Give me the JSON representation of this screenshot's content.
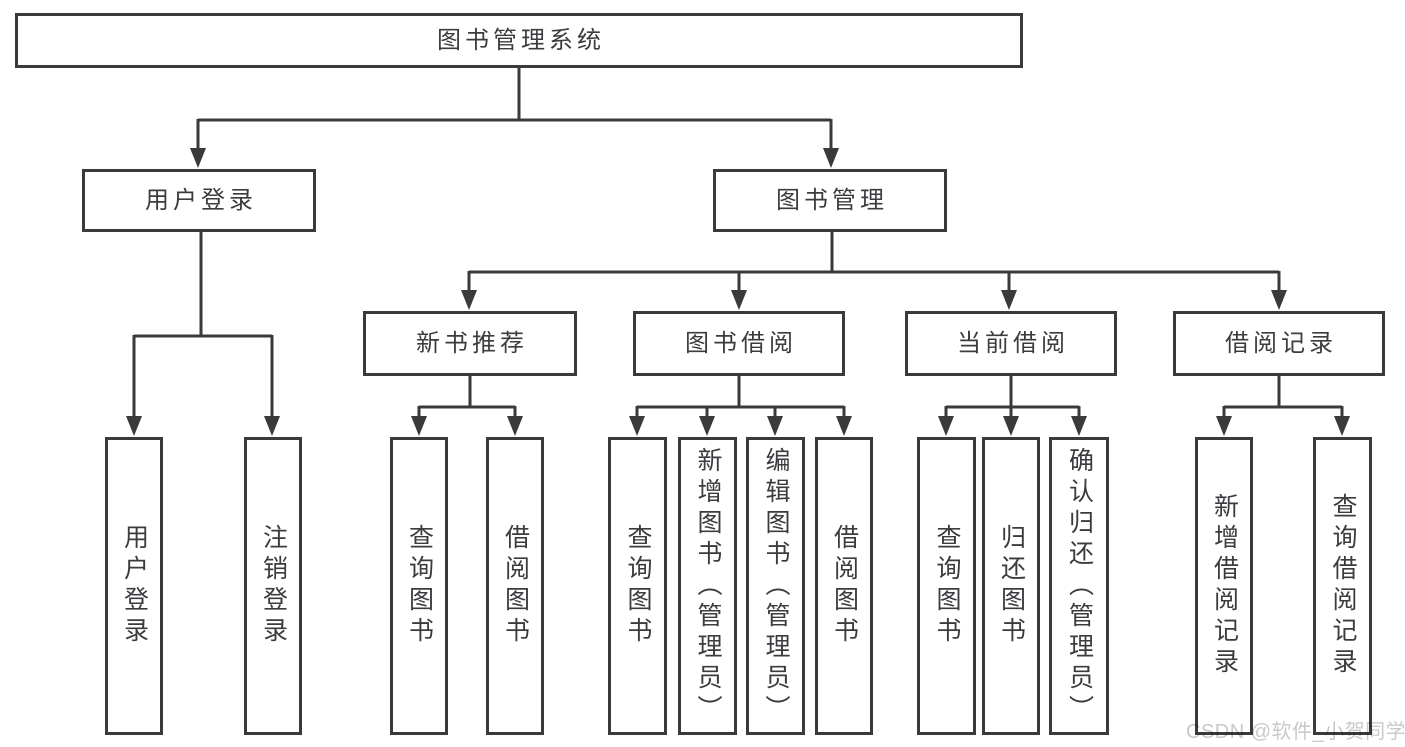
{
  "chart": {
    "type": "org-tree",
    "root": {
      "label": "图书管理系统",
      "children": [
        {
          "label": "用户登录",
          "children": [
            {
              "label": "用户登录"
            },
            {
              "label": "注销登录"
            }
          ]
        },
        {
          "label": "图书管理",
          "children": [
            {
              "label": "新书推荐",
              "children": [
                {
                  "label": "查询图书"
                },
                {
                  "label": "借阅图书"
                }
              ]
            },
            {
              "label": "图书借阅",
              "children": [
                {
                  "label": "查询图书"
                },
                {
                  "label": "新增图书（管理员）"
                },
                {
                  "label": "编辑图书（管理员）"
                },
                {
                  "label": "借阅图书"
                }
              ]
            },
            {
              "label": "当前借阅",
              "children": [
                {
                  "label": "查询图书"
                },
                {
                  "label": "归还图书"
                },
                {
                  "label": "确认归还（管理员）"
                }
              ]
            },
            {
              "label": "借阅记录",
              "children": [
                {
                  "label": "新增借阅记录"
                },
                {
                  "label": "查询借阅记录"
                }
              ]
            }
          ]
        }
      ]
    }
  },
  "watermark": {
    "text": "CSDN @软件_小贺同学"
  },
  "colors": {
    "line": "#3a3a3d",
    "text": "#3c3c40",
    "watermark": "#c9c9cb",
    "background": "#ffffff"
  }
}
